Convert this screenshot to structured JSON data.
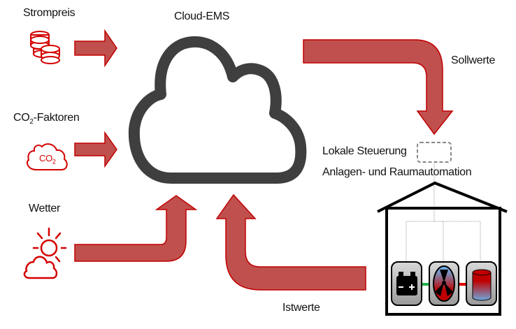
{
  "title": "Cloud-EMS",
  "inputs": {
    "strompreis": "Strompreis",
    "co2_prefix": "CO",
    "co2_sub": "2",
    "co2_suffix": "-Faktoren",
    "co2_icon_text": "CO",
    "co2_icon_sub": "2",
    "wetter": "Wetter"
  },
  "outputs": {
    "sollwerte": "Sollwerte",
    "istwerte": "Istwerte"
  },
  "local": {
    "line1": "Lokale Steuerung",
    "line2": "Anlagen- und Raumautomation"
  },
  "devices": [
    {
      "name": "battery",
      "label": "- +"
    },
    {
      "name": "heat-pump"
    },
    {
      "name": "storage-tank"
    }
  ],
  "colors": {
    "arrow_fill": "#c0504d",
    "arrow_stroke": "#c00000",
    "icon_red": "#d40000",
    "cloud": "#3f3f3f"
  }
}
